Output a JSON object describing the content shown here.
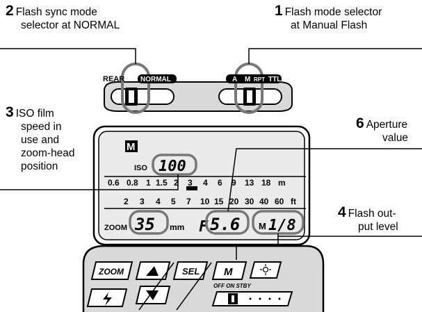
{
  "callouts": {
    "c2": {
      "num": "2",
      "line1": "Flash sync mode",
      "line2": "selector at NORMAL"
    },
    "c1": {
      "num": "1",
      "line1": "Flash mode selector",
      "line2": "at Manual Flash"
    },
    "c3": {
      "num": "3",
      "line1": "ISO film",
      "line2": "speed in",
      "line3": "use and",
      "line4": "zoom-head",
      "line5": "position"
    },
    "c6": {
      "num": "6",
      "line1": "Aperture",
      "line2": "value"
    },
    "c4": {
      "num": "4",
      "line1": "Flash out-",
      "line2": "put level"
    }
  },
  "top_panel": {
    "sync_labels": {
      "rear": "REAR",
      "normal": "NORMAL"
    },
    "mode_labels": {
      "a": "A",
      "m": "M",
      "rpt": "RPT",
      "ttl": "TTL"
    }
  },
  "lcd": {
    "mode_badge": "M",
    "iso_label": "ISO",
    "iso_value": "100",
    "m_scale": [
      "0.6",
      "0.8",
      "1",
      "1.5",
      "2",
      "3",
      "4",
      "6",
      "9",
      "13",
      "18",
      "m"
    ],
    "ft_scale": [
      "2",
      "3",
      "4",
      "5",
      "7",
      "10",
      "15",
      "20",
      "30",
      "40",
      "60",
      "ft"
    ],
    "zoom_label": "ZOOM",
    "zoom_value": "35",
    "zoom_unit": "mm",
    "f_label": "F",
    "aperture_value": "5.6",
    "output_prefix": "M",
    "output_value": "1/8"
  },
  "buttons": {
    "zoom": "ZOOM",
    "sel": "SEL",
    "m": "M",
    "power_labels": "OFF ON STBY"
  },
  "colors": {
    "ink": "#000000",
    "panel_gray": "#d9d9d9",
    "lcd_gray": "#ebebeb",
    "highlight_ring": "#777777",
    "button_white": "#ffffff"
  }
}
